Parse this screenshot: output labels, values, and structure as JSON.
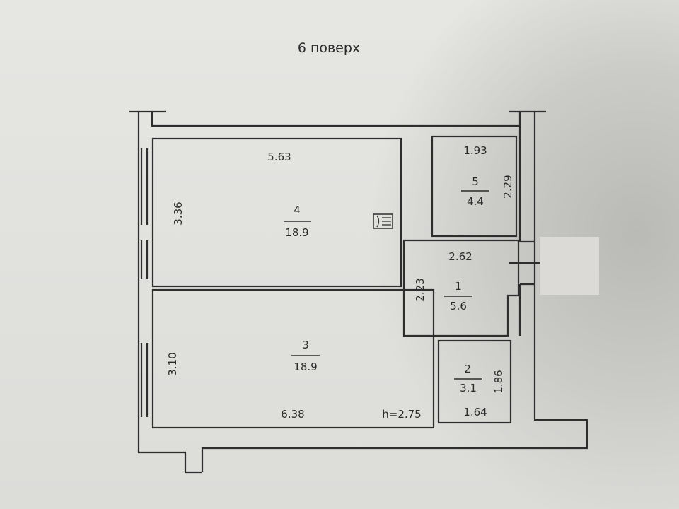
{
  "title": "6  поверх",
  "rooms": [
    {
      "number": "1",
      "area": "5.6",
      "width": "2.62",
      "length": "2.23"
    },
    {
      "number": "2",
      "area": "3.1",
      "width": "1.64",
      "length": "1.86"
    },
    {
      "number": "3",
      "area": "18.9",
      "width": "6.38",
      "length": "3.10"
    },
    {
      "number": "4",
      "area": "18.9",
      "width": "5.63",
      "length": "3.36"
    },
    {
      "number": "5",
      "area": "4.4",
      "width": "1.93",
      "length": "2.29"
    }
  ],
  "ceiling_height": "h=2.75"
}
